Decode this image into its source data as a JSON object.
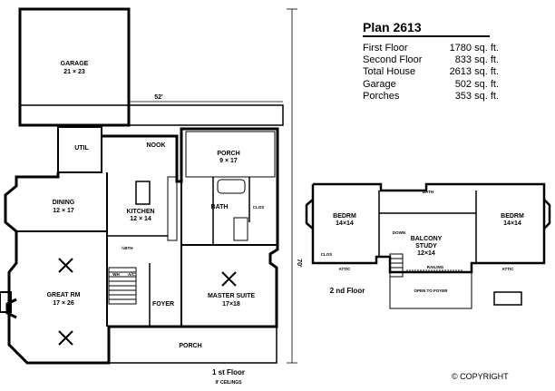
{
  "plan": {
    "title": "Plan 2613",
    "stats": [
      {
        "label": "First Floor",
        "value": "1780 sq. ft."
      },
      {
        "label": "Second Floor",
        "value": "833 sq. ft."
      },
      {
        "label": "Total House",
        "value": "2613 sq. ft."
      },
      {
        "label": "Garage",
        "value": "502 sq. ft."
      },
      {
        "label": "Porches",
        "value": "353 sq. ft."
      }
    ]
  },
  "first_floor": {
    "caption": "1 st Floor",
    "subcaption": "9' CEILINGS",
    "dim_width": "52'",
    "dim_depth": "70'",
    "rooms": {
      "garage": {
        "name": "GARAGE",
        "size": "21 × 23"
      },
      "util": "UTIL",
      "nook": "NOOK",
      "porch_rear": {
        "name": "PORCH",
        "size": "9 × 17"
      },
      "dining": {
        "name": "DINING",
        "size": "12 × 17"
      },
      "kitchen": {
        "name": "KITCHEN",
        "size": "12 × 14"
      },
      "bath": "BATH",
      "clos": "CLOS",
      "half_bath": "½BTH",
      "great_rm": {
        "name": "GREAT RM",
        "size": "17 × 26"
      },
      "master": {
        "name": "MASTER SUITE",
        "size": "17×18"
      },
      "foyer": "FOYER",
      "porch_front": "PORCH",
      "ac": "A/C",
      "wh": "WH"
    }
  },
  "second_floor": {
    "caption": "2 nd Floor",
    "rooms": {
      "bedrm_left": {
        "name": "BEDRM",
        "size": "14×14"
      },
      "bedrm_right": {
        "name": "BEDRM",
        "size": "14×14"
      },
      "bath": "BATH",
      "balcony": {
        "name": "BALCONY",
        "name2": "STUDY",
        "size": "12×14"
      },
      "clos": "CLOS",
      "attic": "ATTIC",
      "railing": "RAILING",
      "open": "OPEN TO FOYER",
      "down": "DOWN"
    }
  },
  "copyright": "© COPYRIGHT"
}
